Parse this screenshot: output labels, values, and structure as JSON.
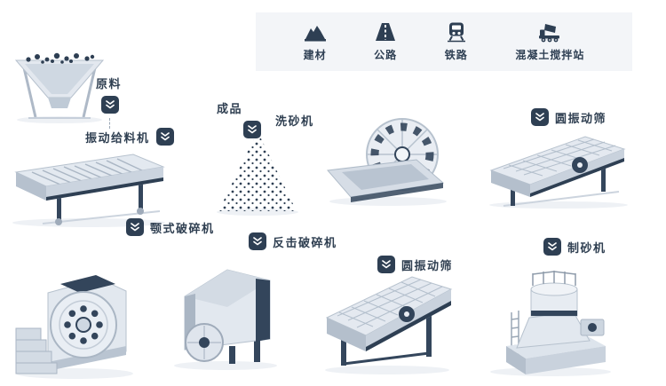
{
  "legend": {
    "items": [
      {
        "label": "建材",
        "icon": "building-materials-icon"
      },
      {
        "label": "公路",
        "icon": "highway-icon"
      },
      {
        "label": "铁路",
        "icon": "railway-icon"
      },
      {
        "label": "混凝土搅拌站",
        "icon": "concrete-mixing-plant-icon"
      }
    ]
  },
  "machines": [
    {
      "id": "raw-material",
      "label": "原料"
    },
    {
      "id": "vibrating-feeder",
      "label": "振动给料机"
    },
    {
      "id": "finished-product",
      "label": "成品"
    },
    {
      "id": "sand-washer",
      "label": "洗砂机"
    },
    {
      "id": "circular-vibrating-screen-upper",
      "label": "圆振动筛"
    },
    {
      "id": "jaw-crusher",
      "label": "颚式破碎机"
    },
    {
      "id": "impact-crusher",
      "label": "反击破碎机"
    },
    {
      "id": "circular-vibrating-screen-lower",
      "label": "圆振动筛"
    },
    {
      "id": "sand-making-machine",
      "label": "制砂机"
    }
  ],
  "colors": {
    "badge": "#2e3f53",
    "accent_navy": "#33455b",
    "machine_light": "#e4e9f0",
    "machine_mid": "#c9d2dd",
    "legend_background": "#f3f5f8"
  }
}
